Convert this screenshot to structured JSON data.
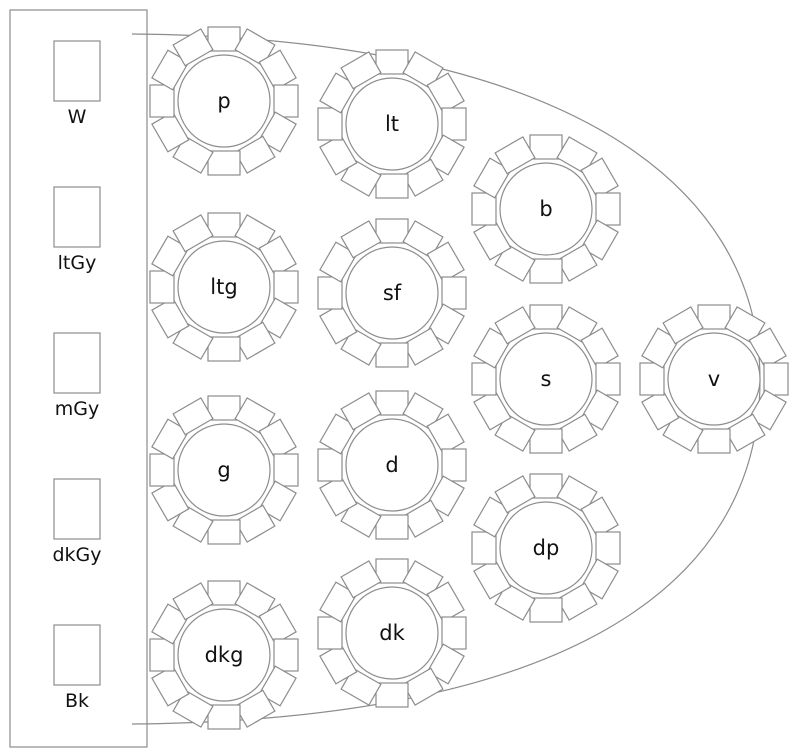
{
  "head_table": {
    "seats": [
      {
        "label": "W"
      },
      {
        "label": "ltGy"
      },
      {
        "label": "mGy"
      },
      {
        "label": "dkGy"
      },
      {
        "label": "Bk"
      }
    ]
  },
  "tables": [
    {
      "label": "p",
      "seat_count": 12
    },
    {
      "label": "lt",
      "seat_count": 12,
      "highlight": {
        "seat_index": 11,
        "color": "#fde0b6"
      }
    },
    {
      "label": "b",
      "seat_count": 12,
      "highlight": {
        "seat_index": 5,
        "color": "#6f88c6"
      }
    },
    {
      "label": "ltg",
      "seat_count": 12
    },
    {
      "label": "sf",
      "seat_count": 12
    },
    {
      "label": "s",
      "seat_count": 12
    },
    {
      "label": "v",
      "seat_count": 12,
      "highlight": {
        "seat_index": 11,
        "color": "#f59a0c"
      }
    },
    {
      "label": "g",
      "seat_count": 12
    },
    {
      "label": "d",
      "seat_count": 12
    },
    {
      "label": "dp",
      "seat_count": 12,
      "highlight": {
        "seat_index": 4,
        "color": "#0b2a86"
      }
    },
    {
      "label": "dkg",
      "seat_count": 12
    },
    {
      "label": "dk",
      "seat_count": 12
    }
  ],
  "colors": {
    "outline": "#8c8c8c",
    "text": "#111111"
  }
}
